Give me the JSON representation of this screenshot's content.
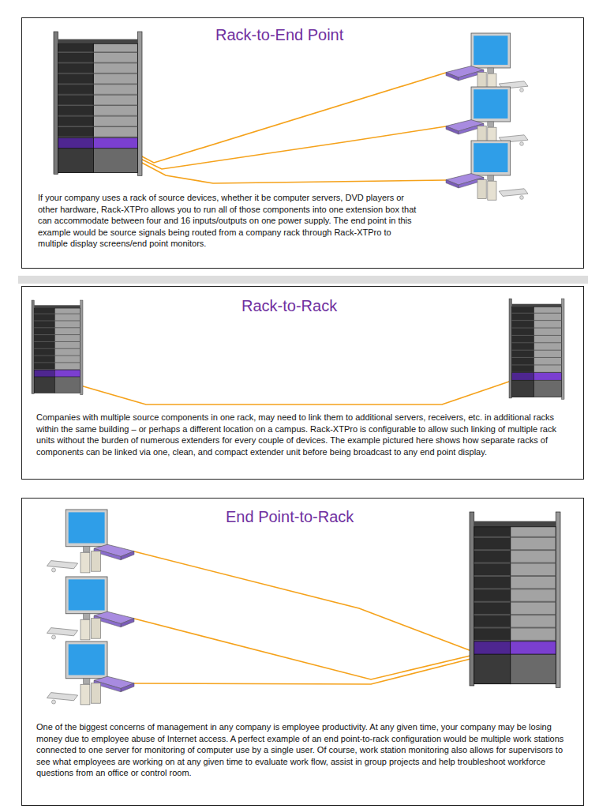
{
  "diagram": {
    "nodes": [
      {
        "text": [
          "Rack-to-End Point",
          "If your company uses a rack of source devices, whether it be computer servers, DVD players or other hardware, Rack-XTPro allows you to run all of those components into one extension box that can accommodate between four and 16 inputs/outputs on one power supply. The end point in this example would be source signals being routed from a company rack through Rack-XTPro to multiple display screens/end point monitors."
        ]
      },
      {
        "text": [
          "Rack-to-Rack",
          "Companies with multiple source components in one rack, may need to link them to additional servers, receivers, etc. in additional racks within the same building – or perhaps a different location on a campus. Rack-XTPro is configurable to allow such linking of multiple rack units without the burden of numerous extenders for every couple of devices. The example pictured here shows how separate racks of components can be linked via one, clean, and compact extender unit before being broadcast to any end point display."
        ]
      },
      {
        "text": [
          "End Point-to-Rack",
          "One of the biggest concerns of management in any company is employee productivity. At any given time, your company may be losing money due to employee abuse of Internet access. A perfect example of an end point-to-rack configuration would be multiple work stations connected to one server for monitoring of computer use by a single user. Of course, work station monitoring also allows for supervisors to see what employees are working on at any given time to evaluate work flow, assist in group projects and help troubleshoot workforce questions from an office or control room."
        ]
      }
    ]
  }
}
